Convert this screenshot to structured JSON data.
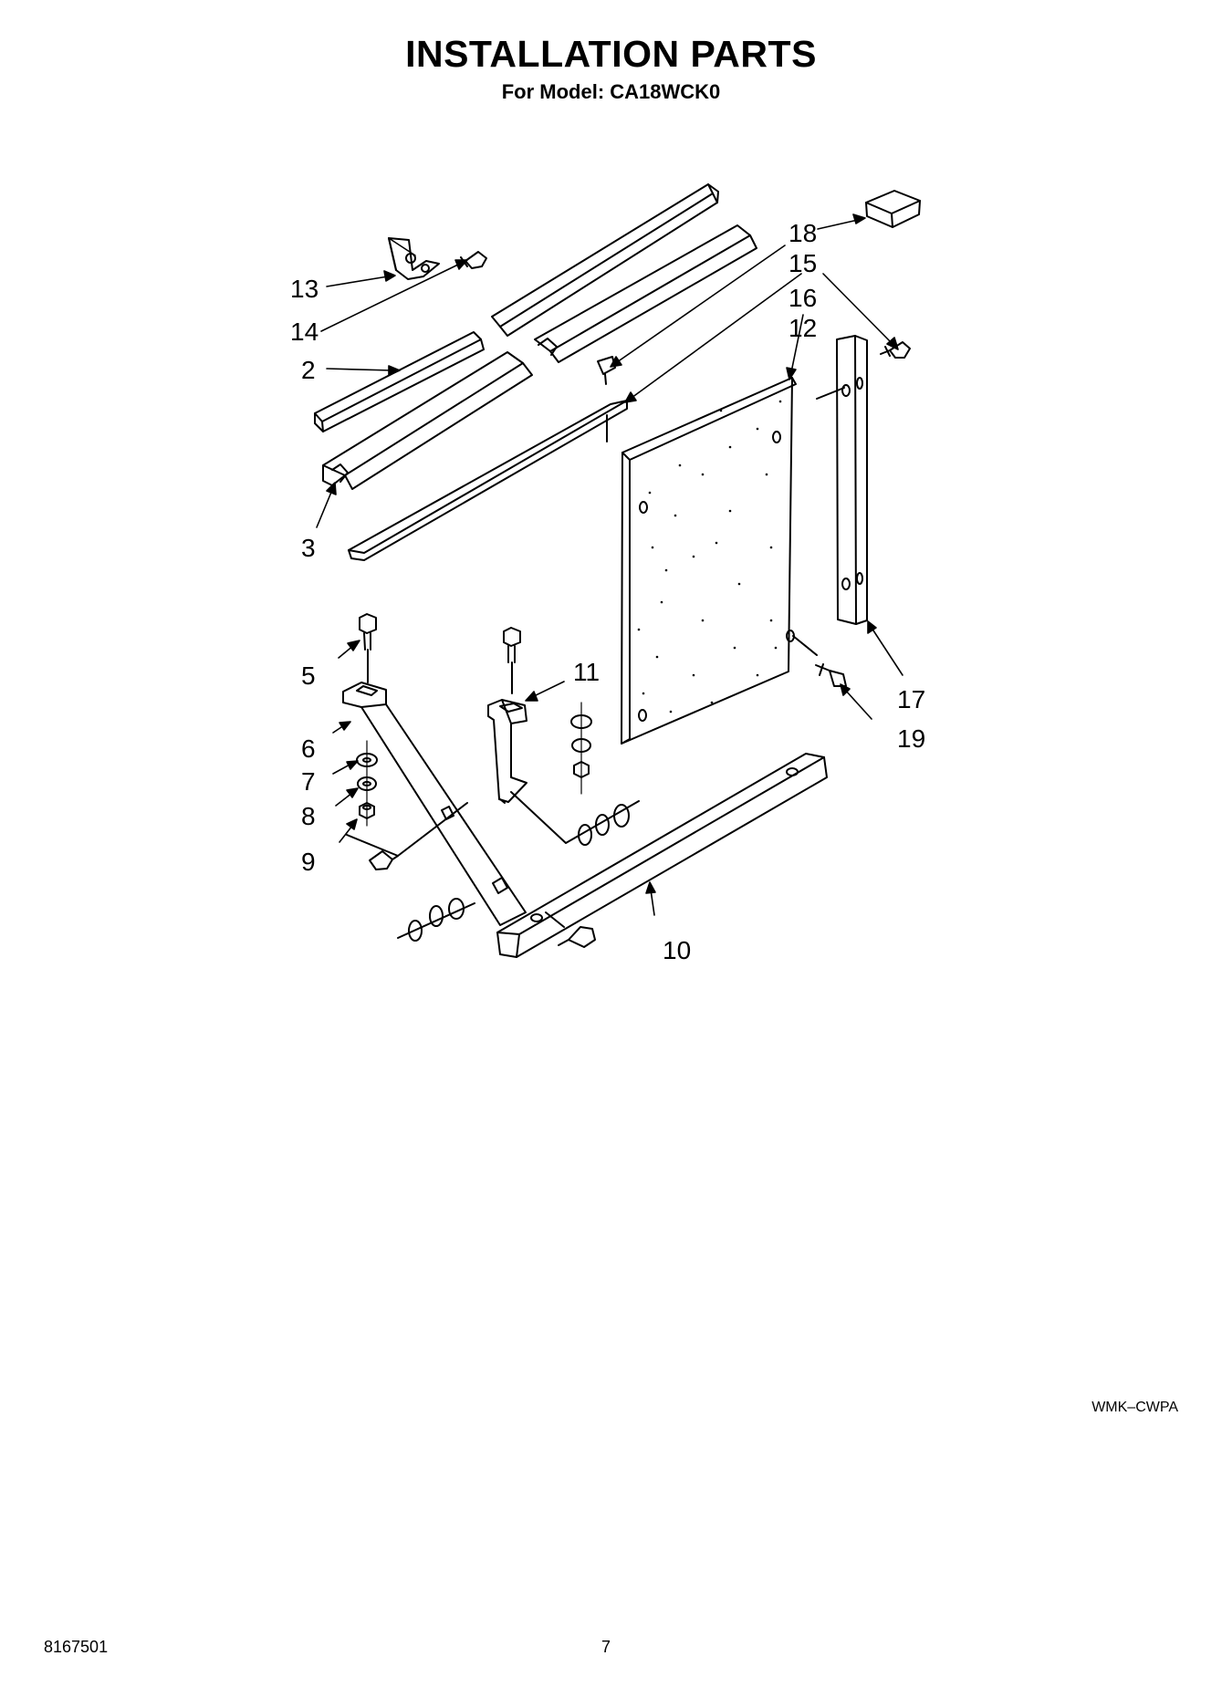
{
  "header": {
    "title": "INSTALLATION PARTS",
    "subtitle": "For Model: CA18WCK0"
  },
  "callouts": [
    "2",
    "3",
    "5",
    "6",
    "7",
    "8",
    "9",
    "10",
    "11",
    "12",
    "13",
    "14",
    "15",
    "16",
    "17",
    "18",
    "19"
  ],
  "footer": {
    "code": "WMK–CWPA",
    "doc_number": "8167501",
    "page": "7"
  }
}
